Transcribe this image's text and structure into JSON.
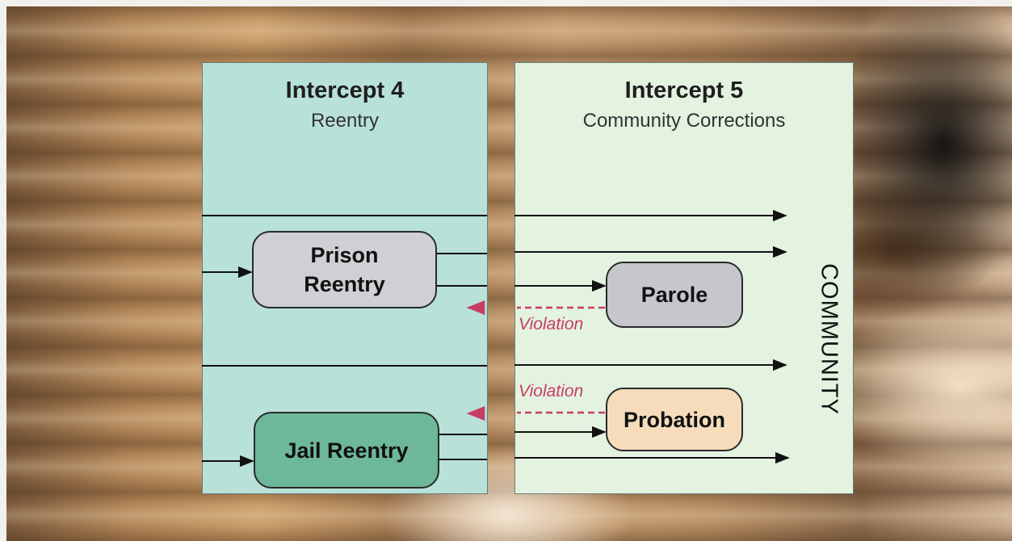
{
  "intercept4": {
    "title": "Intercept 4",
    "subtitle": "Reentry"
  },
  "intercept5": {
    "title": "Intercept 5",
    "subtitle": "Community Corrections"
  },
  "boxes": {
    "prison_reentry": [
      "Prison",
      "Reentry"
    ],
    "jail_reentry": "Jail Reentry",
    "parole": "Parole",
    "probation": "Probation"
  },
  "community_label": "COMMUNITY",
  "violation_label": "Violation",
  "colors": {
    "intercept4_bg": "#b8e1d8",
    "intercept5_bg": "#e4f2e0",
    "prison_box": "#d0d0d4",
    "jail_box": "#6db79a",
    "parole_box": "#c6c7cd",
    "probation_box": "#f6dcbb",
    "violation": "#c83c64"
  }
}
